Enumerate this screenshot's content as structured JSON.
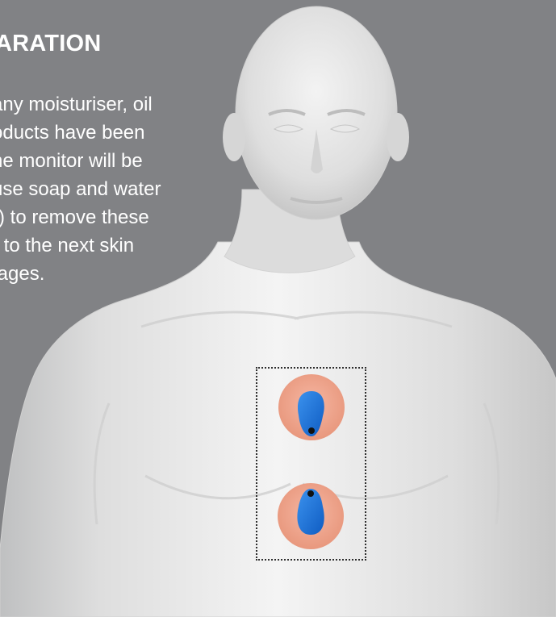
{
  "title": "ARATION",
  "body_lines": [
    "any moisturiser, oil",
    "oducts have been",
    "he monitor will be",
    "use soap and water",
    "r) to remove these",
    "r to the next skin",
    "tages."
  ],
  "colors": {
    "background": "#818285",
    "text": "#ffffff",
    "body_skin": "#e5e5e5",
    "electrode_pad": "#f2a48a",
    "electrode_device": "#1f72d9",
    "dotted_outline": "#2e2e2e"
  }
}
